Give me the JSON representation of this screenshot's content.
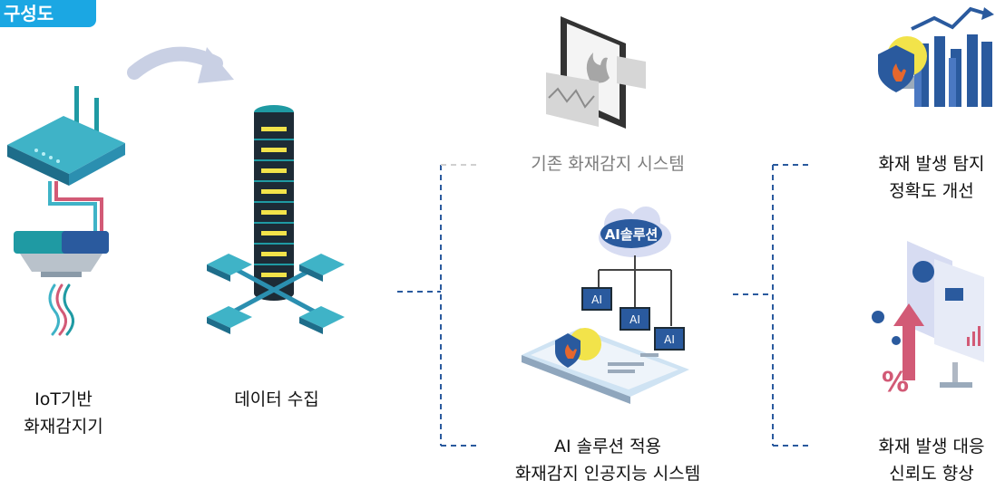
{
  "header": {
    "badge": "구성도"
  },
  "nodes": {
    "iot": {
      "line1": "IoT기반",
      "line2": "화재감지기"
    },
    "data": {
      "line1": "데이터 수집"
    },
    "legacy": {
      "line1": "기존 화재감지 시스템"
    },
    "ai": {
      "line1": "AI 솔루션 적용",
      "line2": "화재감지 인공지능 시스템",
      "cloud_text": "AI솔루션",
      "screen_text": "AI"
    },
    "accuracy": {
      "line1": "화재 발생 탐지",
      "line2": "정확도 개선"
    },
    "reliability": {
      "line1": "화재 발생 대응",
      "line2": "신뢰도 향상"
    }
  },
  "colors": {
    "accent": "#1ba7e3",
    "connector": "#2a5a9e",
    "connector_faint": "#d0d0d0",
    "teal": "#1f9aa3",
    "dark": "#1d2b36",
    "yellow": "#f2e34a"
  }
}
